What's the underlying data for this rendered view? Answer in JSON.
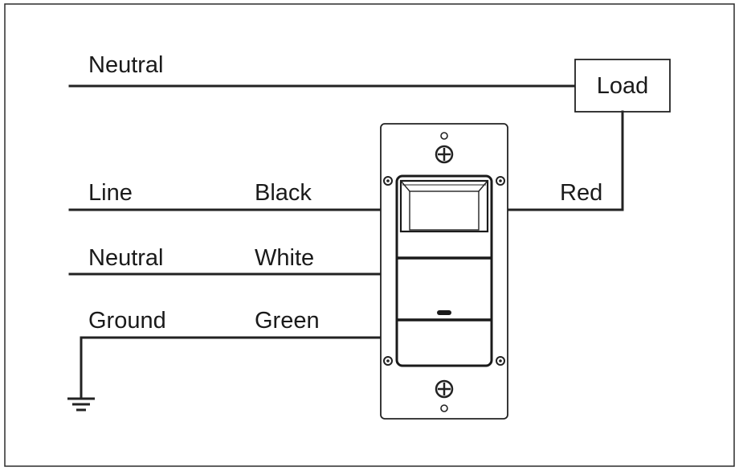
{
  "labels": {
    "neutral_top": "Neutral",
    "load": "Load",
    "line": "Line",
    "black": "Black",
    "red": "Red",
    "neutral": "Neutral",
    "white": "White",
    "ground": "Ground",
    "green": "Green"
  },
  "colors": {
    "wire": "#222222",
    "background": "#ffffff"
  }
}
